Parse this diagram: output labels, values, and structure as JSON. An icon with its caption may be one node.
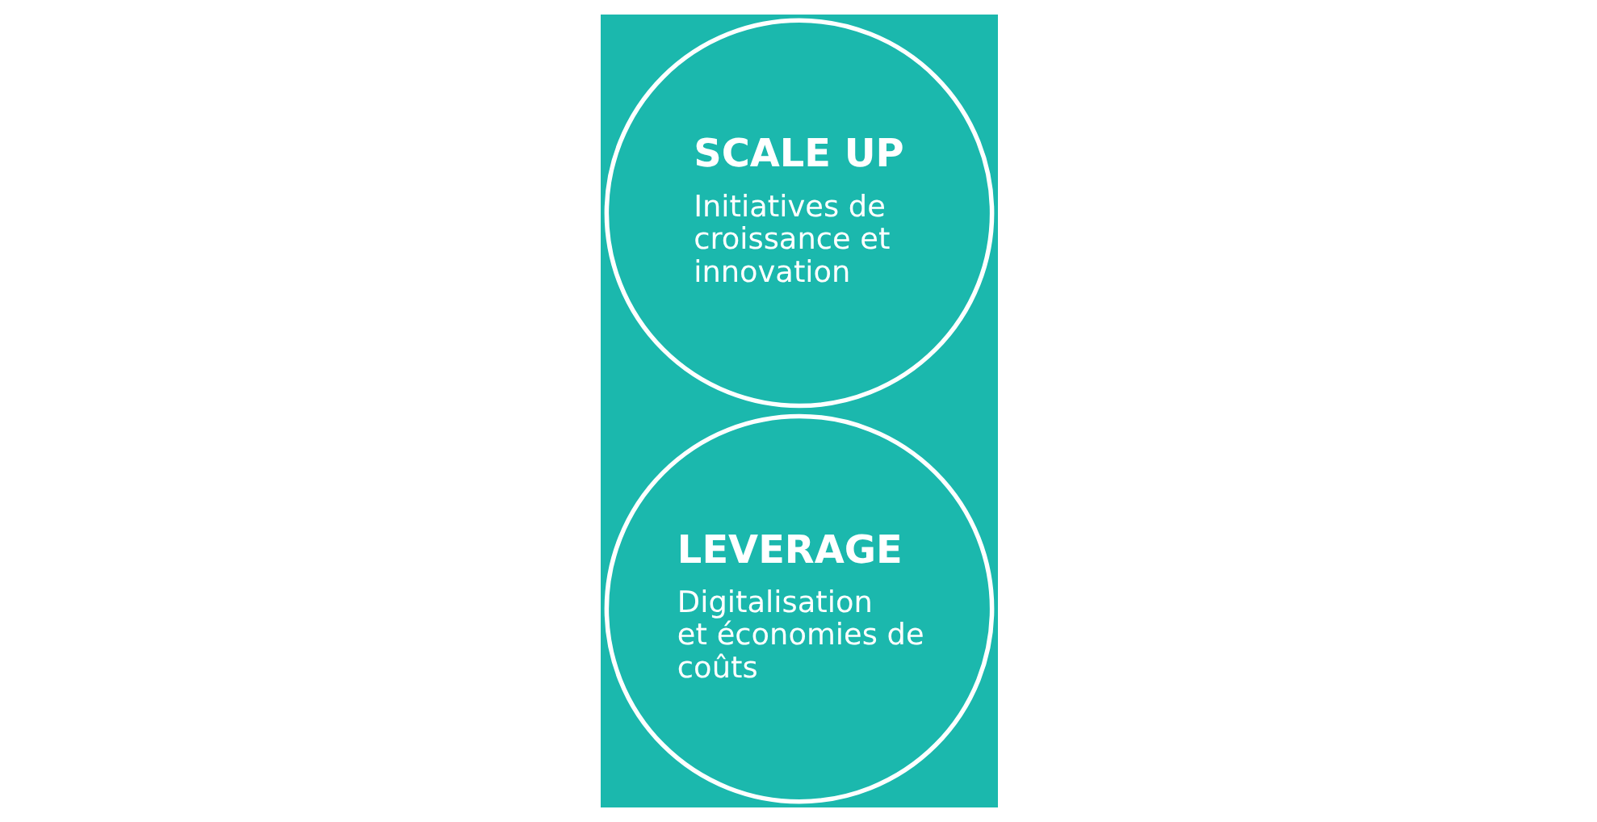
{
  "diagram": {
    "nodes": [
      {
        "text": [
          "LEVERAGE",
          "Digitalisation et économies de coûts"
        ]
      },
      {
        "text": [
          "SCALE UP",
          "Initiatives de croissance et innovation"
        ]
      }
    ]
  }
}
